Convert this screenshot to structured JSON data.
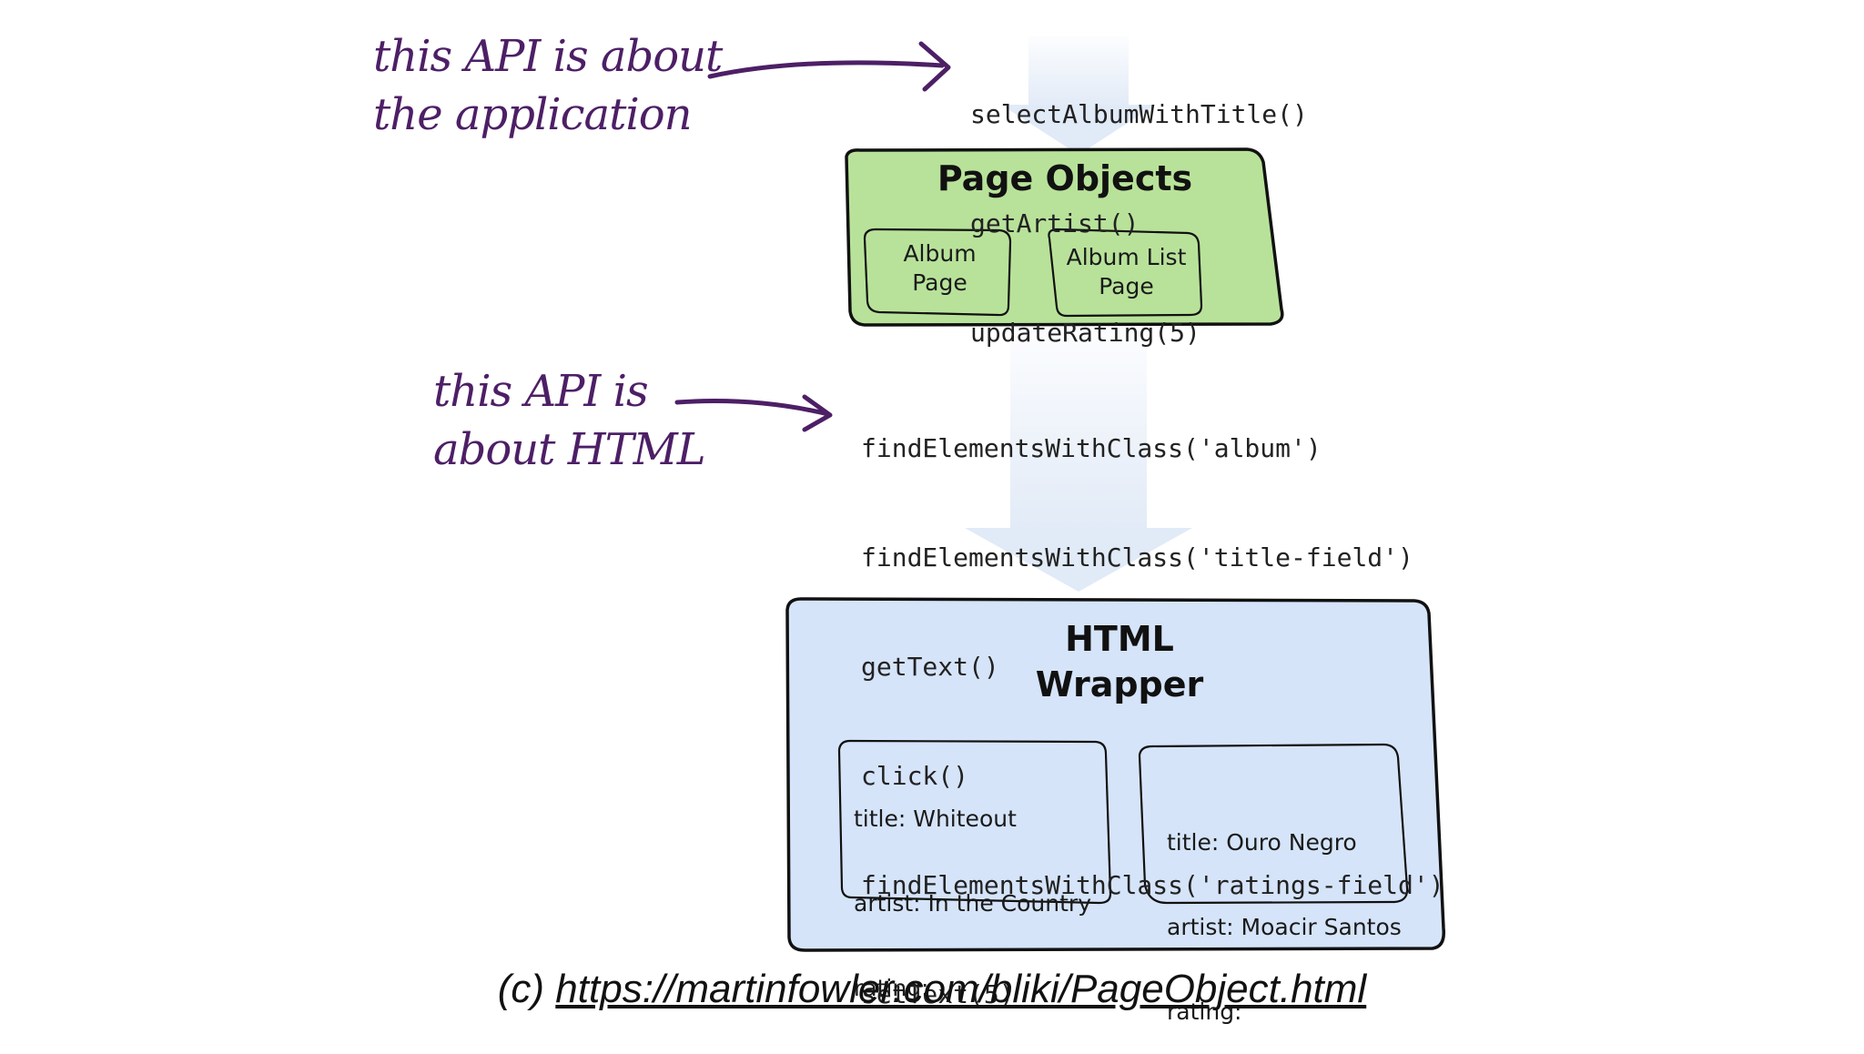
{
  "annotations": {
    "application_api": "this API is about\nthe application",
    "html_api": "this API is\nabout HTML"
  },
  "page_objects_api": [
    "selectAlbumWithTitle()",
    "getArtist()",
    "updateRating(5)"
  ],
  "html_api_calls": [
    "findElementsWithClass('album')",
    "findElementsWithClass('title-field')",
    "getText()",
    "click()",
    "findElementsWithClass('ratings-field')",
    "setText(5)"
  ],
  "page_objects_box": {
    "title": "Page Objects",
    "items": [
      "Album\nPage",
      "Album List\nPage"
    ]
  },
  "html_wrapper_box": {
    "title": "HTML\nWrapper",
    "cards": [
      [
        "title: Whiteout",
        "artist: In the Country",
        "rating:"
      ],
      [
        "title: Ouro Negro",
        "artist: Moacir Santos",
        "rating:"
      ]
    ]
  },
  "caption": {
    "prefix": "(c) ",
    "link": "https://martinfowler.com/bliki/PageObject.html"
  },
  "colors": {
    "page_objects_fill": "#b8e29a",
    "html_wrapper_fill": "#d5e4f9",
    "flow_arrow": "#e1eaf7",
    "annotation_ink": "#4d1f66"
  }
}
